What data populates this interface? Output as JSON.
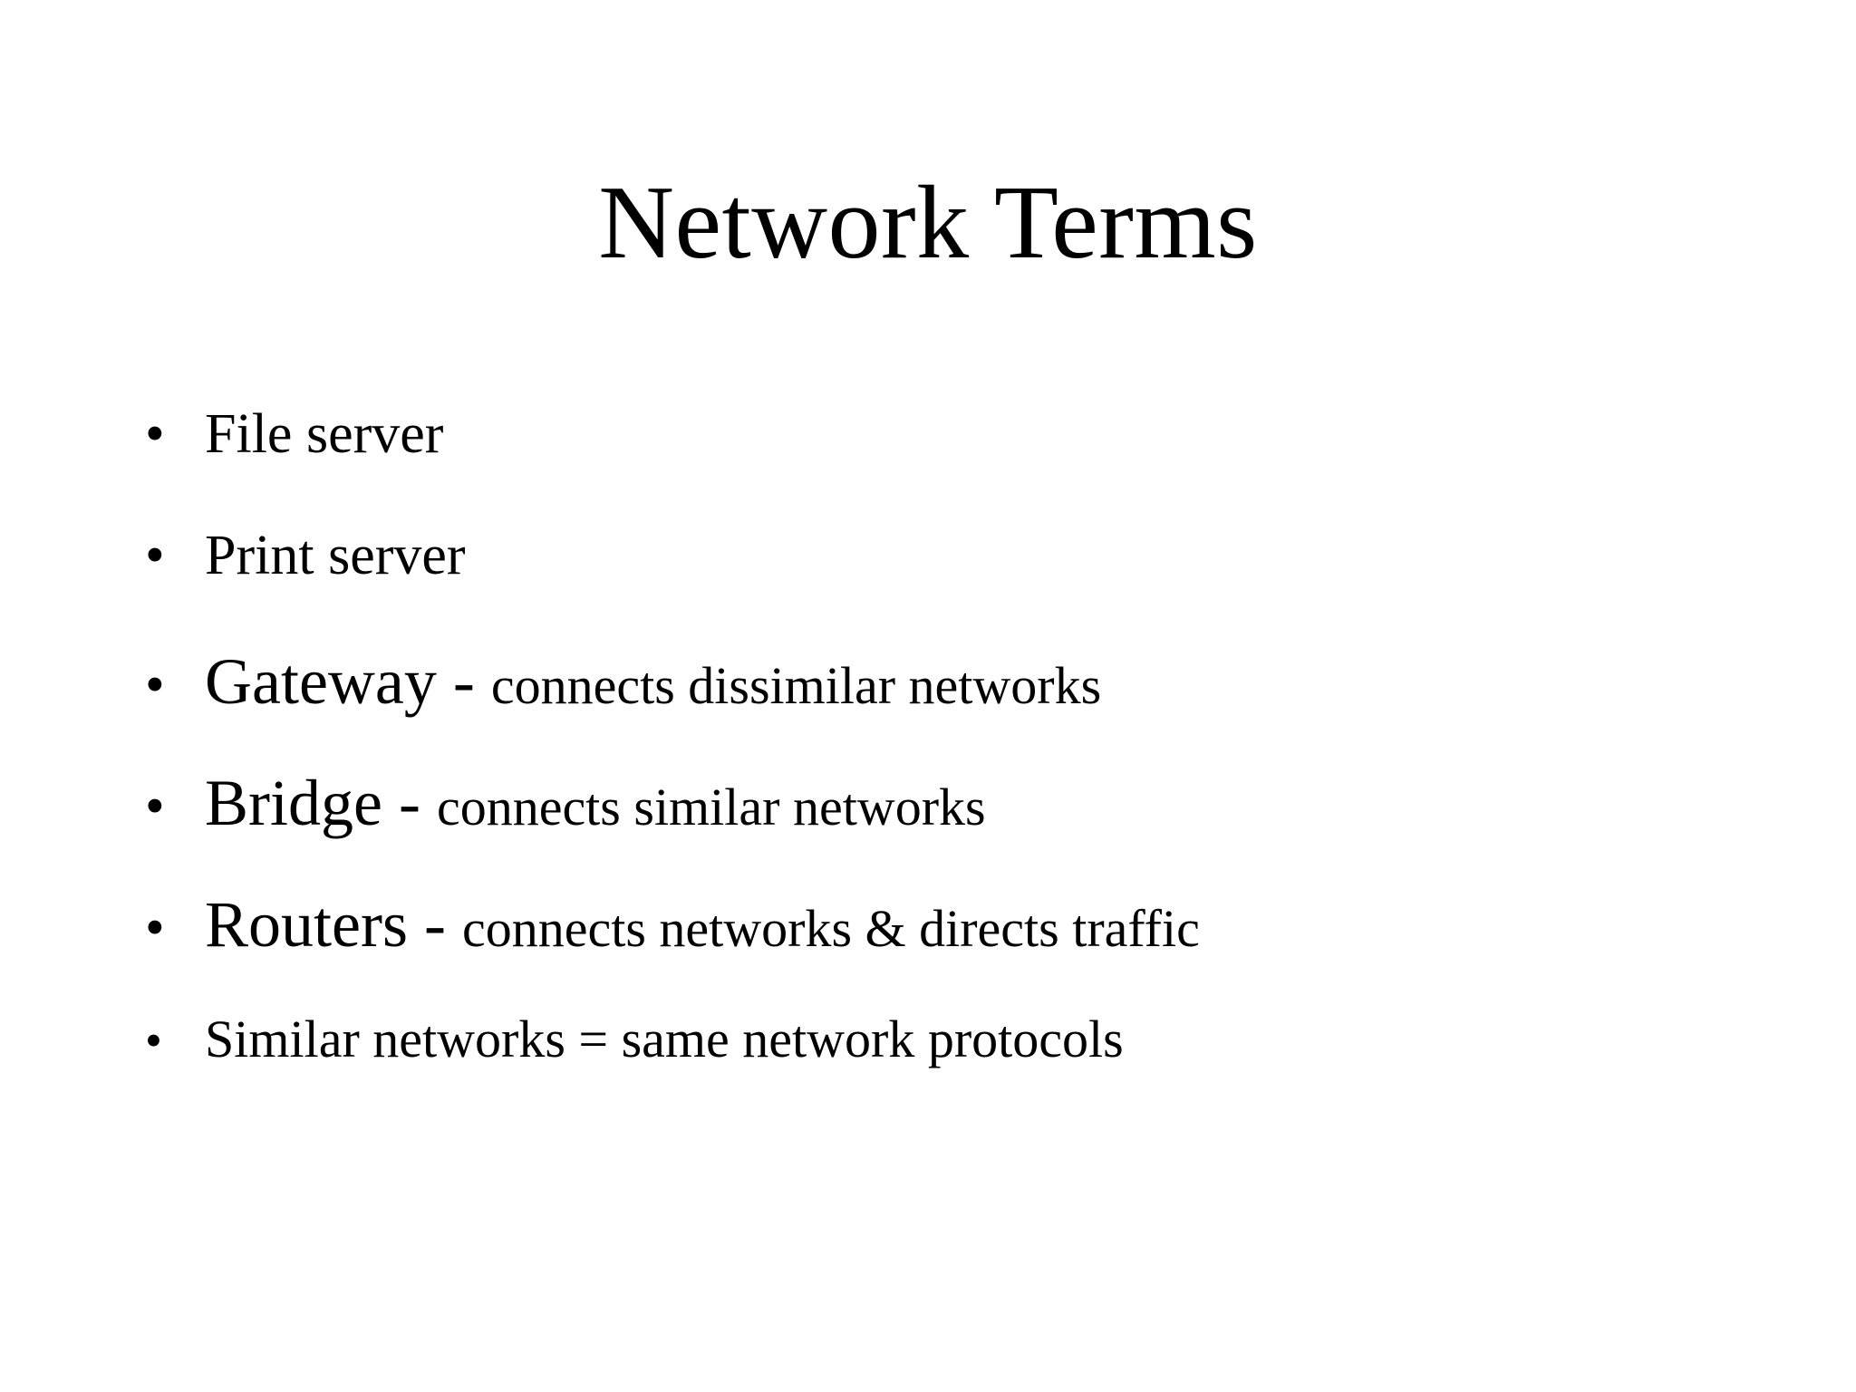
{
  "slide": {
    "title": "Network Terms",
    "background_color": "#ffffff",
    "text_color": "#000000",
    "bullet_glyph": "•",
    "bullets": [
      {
        "term": "File server",
        "separator": "",
        "definition": "",
        "style": "plain"
      },
      {
        "term": "Print server",
        "separator": "",
        "definition": "",
        "style": "plain"
      },
      {
        "term": "Gateway",
        "separator": " - ",
        "definition": "connects dissimilar networks",
        "style": "term-definition"
      },
      {
        "term": "Bridge",
        "separator": " - ",
        "definition": "connects similar networks",
        "style": "term-definition"
      },
      {
        "term": "Routers",
        "separator": " - ",
        "definition": "connects networks & directs traffic",
        "style": "term-definition"
      },
      {
        "term": "Similar networks = same network protocols",
        "separator": "",
        "definition": "",
        "style": "small"
      }
    ]
  }
}
